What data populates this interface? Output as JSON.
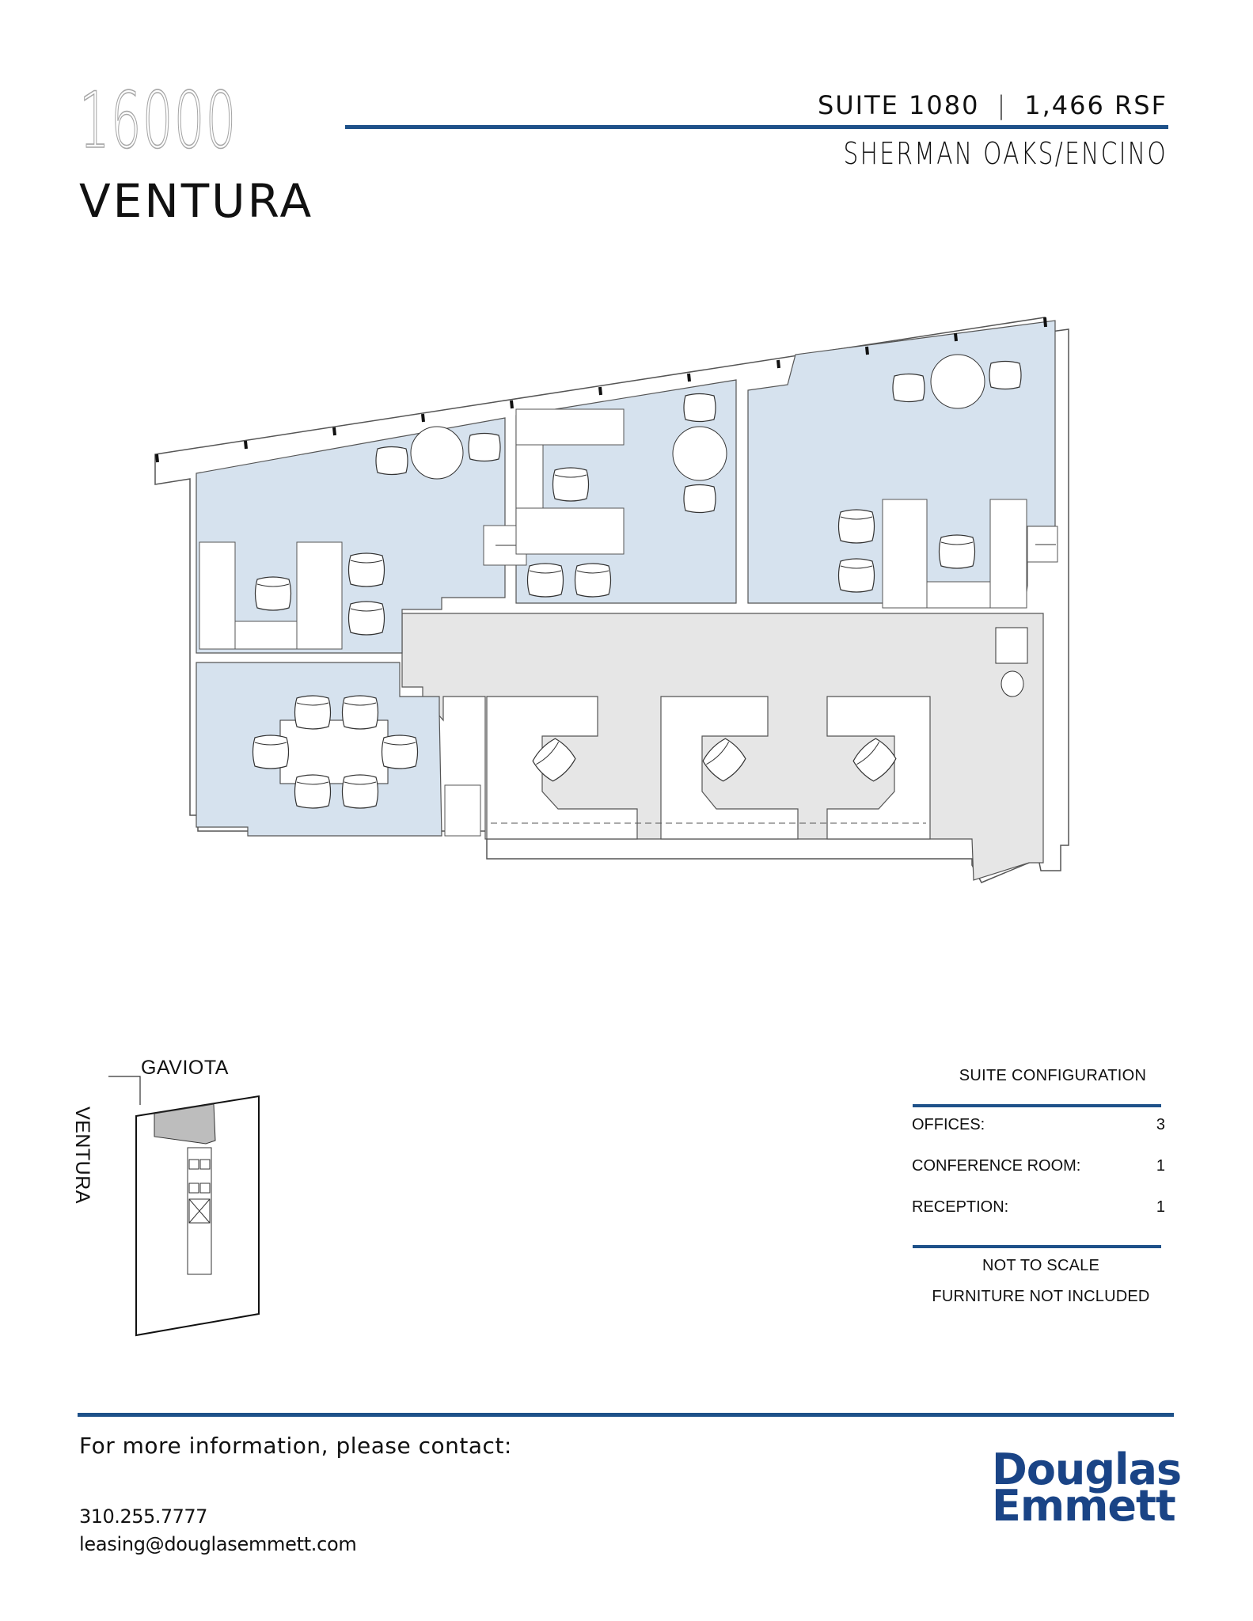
{
  "header": {
    "building_number": "16000",
    "building_name": "VENTURA",
    "suite_label": "SUITE 1080",
    "separator": "|",
    "area": "1,466 RSF",
    "submarket": "SHERMAN OAKS/ENCINO"
  },
  "colors": {
    "accent_rule": "#1e5189",
    "office_fill": "#d6e2ee",
    "common_fill": "#e6e6e6",
    "wall_stroke": "#555555",
    "logo": "#1a4486",
    "key_plan_highlight": "#bdbdbd"
  },
  "floor_plan": {
    "rooms": [
      {
        "name": "Office 1",
        "type": "office"
      },
      {
        "name": "Office 2",
        "type": "office"
      },
      {
        "name": "Office 3",
        "type": "office"
      },
      {
        "name": "Conference Room",
        "type": "conference"
      },
      {
        "name": "Reception",
        "type": "reception"
      },
      {
        "name": "Workstations",
        "type": "open",
        "count": 3
      }
    ]
  },
  "key_plan": {
    "street_top": "GAVIOTA",
    "street_side": "VENTURA"
  },
  "suite_configuration": {
    "title": "SUITE CONFIGURATION",
    "rows": [
      {
        "label": "OFFICES:",
        "value": "3"
      },
      {
        "label": "CONFERENCE ROOM:",
        "value": "1"
      },
      {
        "label": "RECEPTION:",
        "value": "1"
      }
    ],
    "notes": [
      "NOT TO SCALE",
      "FURNITURE NOT INCLUDED"
    ]
  },
  "footer": {
    "contact_heading": "For more information, please contact:",
    "phone": "310.255.7777",
    "email": "leasing@douglasemmett.com",
    "logo_line1": "Douglas",
    "logo_line2": "Emmett"
  }
}
